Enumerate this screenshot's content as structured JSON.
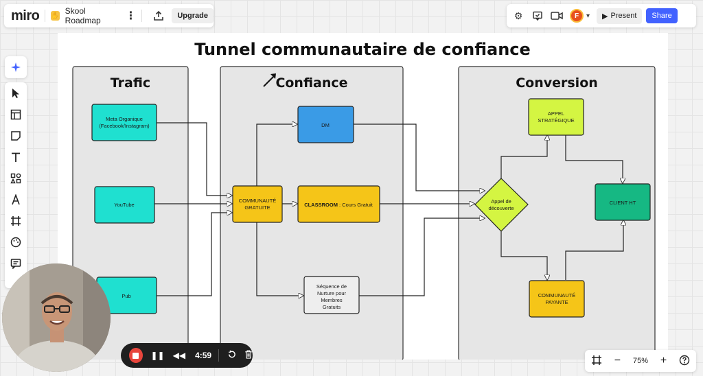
{
  "app": {
    "logo": "miro",
    "board_name": "Skool Roadmap",
    "upgrade_label": "Upgrade"
  },
  "header": {
    "present_label": "Present",
    "share_label": "Share",
    "avatar_initial": "F"
  },
  "zoom": {
    "level": "75%"
  },
  "recorder": {
    "time": "4:59"
  },
  "diagram": {
    "title": "Tunnel communautaire de confiance",
    "columns": {
      "trafic": "Trafic",
      "confiance": "Confiance",
      "conversion": "Conversion"
    },
    "nodes": {
      "meta_line1": "Meta Organique",
      "meta_line2": "(Facebook/Instagram)",
      "youtube": "YouTube",
      "pub": "Pub",
      "communaute_gratuite_line1": "COMMUNAUTÉ",
      "communaute_gratuite_line2": "GRATUITE",
      "dm": "DM",
      "classroom_bold": "CLASSROOM",
      "classroom_rest": " : Cours Gratuit",
      "nurture_line1": "Séquence de",
      "nurture_line2": "Nurture pour",
      "nurture_line3": "Membres",
      "nurture_line4": "Gratuits",
      "appel_decouverte_line1": "Appel de",
      "appel_decouverte_line2": "découverte",
      "appel_strategique_line1": "APPEL",
      "appel_strategique_line2": "STRATÉGIQUE",
      "client_ht": "CLIENT HT",
      "communaute_payante_line1": "COMMUNAUTÉ",
      "communaute_payante_line2": "PAYANTE"
    }
  },
  "colors": {
    "cyan": "#1fe0d0",
    "yellow": "#f5c518",
    "blue": "#3a9be6",
    "lime": "#d4f542",
    "green": "#16b883",
    "column_fill": "#e6e6e6",
    "share": "#4262ff"
  }
}
